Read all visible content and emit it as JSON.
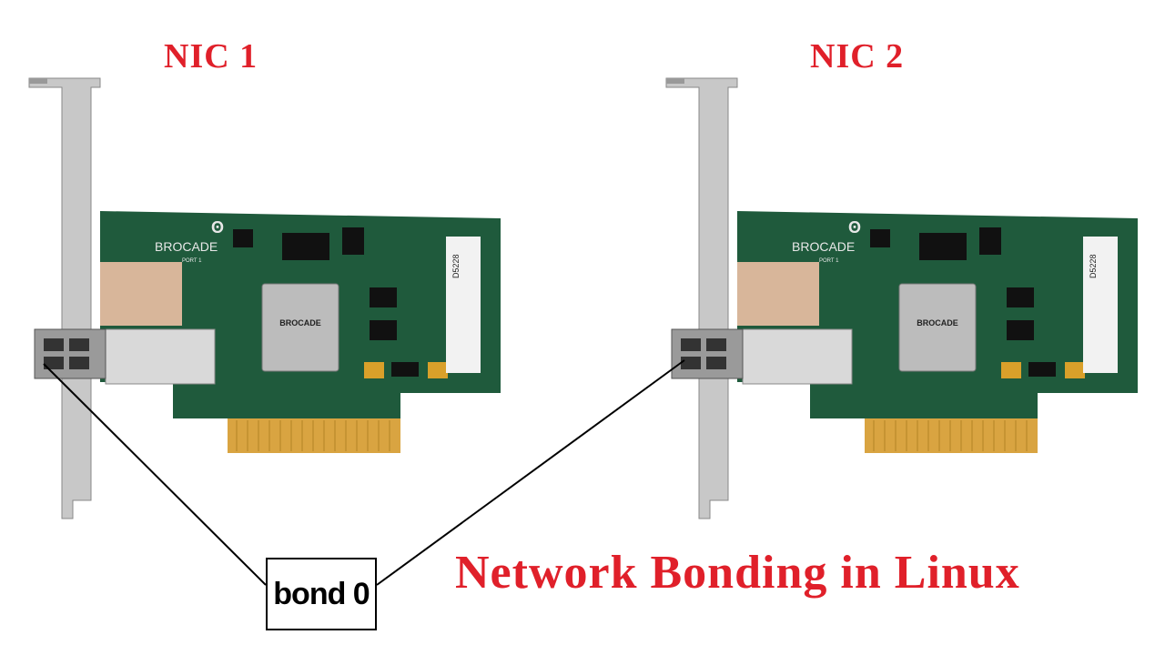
{
  "nic1": {
    "label": "NIC 1",
    "brand": "BROCADE",
    "model": "D5228",
    "port_label": "PORT 1"
  },
  "nic2": {
    "label": "NIC 2",
    "brand": "BROCADE",
    "model": "D5228",
    "port_label": "PORT 1"
  },
  "bond": {
    "label": "bond 0"
  },
  "headline": "Network Bonding in Linux",
  "colors": {
    "label_red": "#e0202a",
    "pcb_green": "#1f5a3c",
    "bracket_gray": "#c8c8c8",
    "gold_contacts": "#d9a441",
    "heatsink_silver": "#bcbcbc",
    "wire_black": "#000000"
  }
}
